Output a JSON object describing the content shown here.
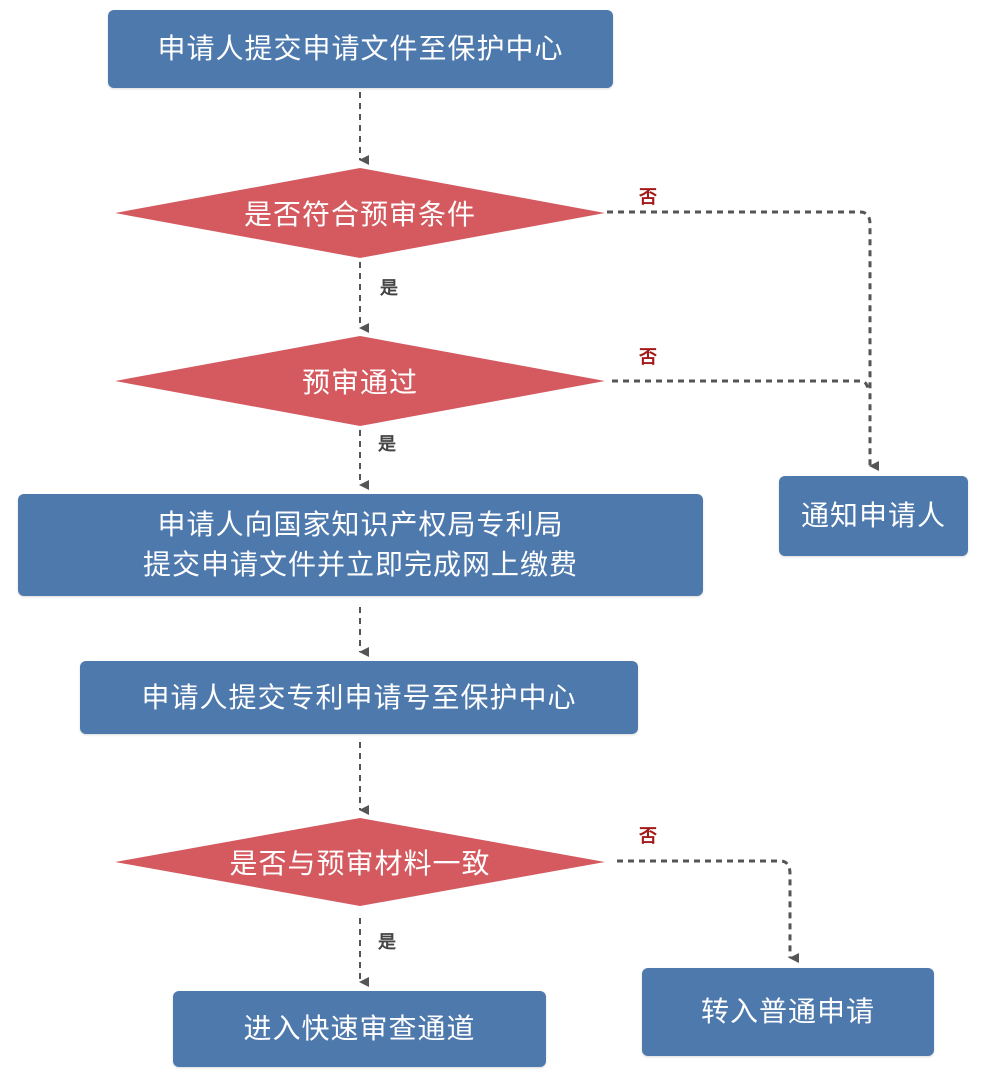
{
  "colors": {
    "process_box": "#4e79ad",
    "decision": "#d45a5f",
    "connector": "#555555",
    "yes_label": "#444444",
    "no_label": "#a31a1a"
  },
  "nodes": {
    "submit_to_center": {
      "type": "process",
      "text": "申请人提交申请文件至保护中心"
    },
    "meets_conditions": {
      "type": "decision",
      "text": "是否符合预审条件"
    },
    "pre_review_passed": {
      "type": "decision",
      "text": "预审通过"
    },
    "submit_to_cnipa": {
      "type": "process",
      "lines": [
        "申请人向国家知识产权局专利局",
        "提交申请文件并立即完成网上缴费"
      ]
    },
    "submit_number": {
      "type": "process",
      "text": "申请人提交专利申请号至保护中心"
    },
    "consistent_with_materials": {
      "type": "decision",
      "text": "是否与预审材料一致"
    },
    "fast_track": {
      "type": "process",
      "text": "进入快速审查通道"
    },
    "notify_applicant": {
      "type": "process",
      "text": "通知申请人"
    },
    "regular_application": {
      "type": "process",
      "text": "转入普通申请"
    }
  },
  "edges": [
    {
      "from": "submit_to_center",
      "to": "meets_conditions",
      "label": ""
    },
    {
      "from": "meets_conditions",
      "to": "pre_review_passed",
      "label": "是"
    },
    {
      "from": "meets_conditions",
      "to": "notify_applicant",
      "label": "否"
    },
    {
      "from": "pre_review_passed",
      "to": "submit_to_cnipa",
      "label": "是"
    },
    {
      "from": "pre_review_passed",
      "to": "notify_applicant",
      "label": "否"
    },
    {
      "from": "submit_to_cnipa",
      "to": "submit_number",
      "label": ""
    },
    {
      "from": "submit_number",
      "to": "consistent_with_materials",
      "label": ""
    },
    {
      "from": "consistent_with_materials",
      "to": "fast_track",
      "label": "是"
    },
    {
      "from": "consistent_with_materials",
      "to": "regular_application",
      "label": "否"
    }
  ],
  "labels": {
    "yes": "是",
    "no": "否"
  }
}
